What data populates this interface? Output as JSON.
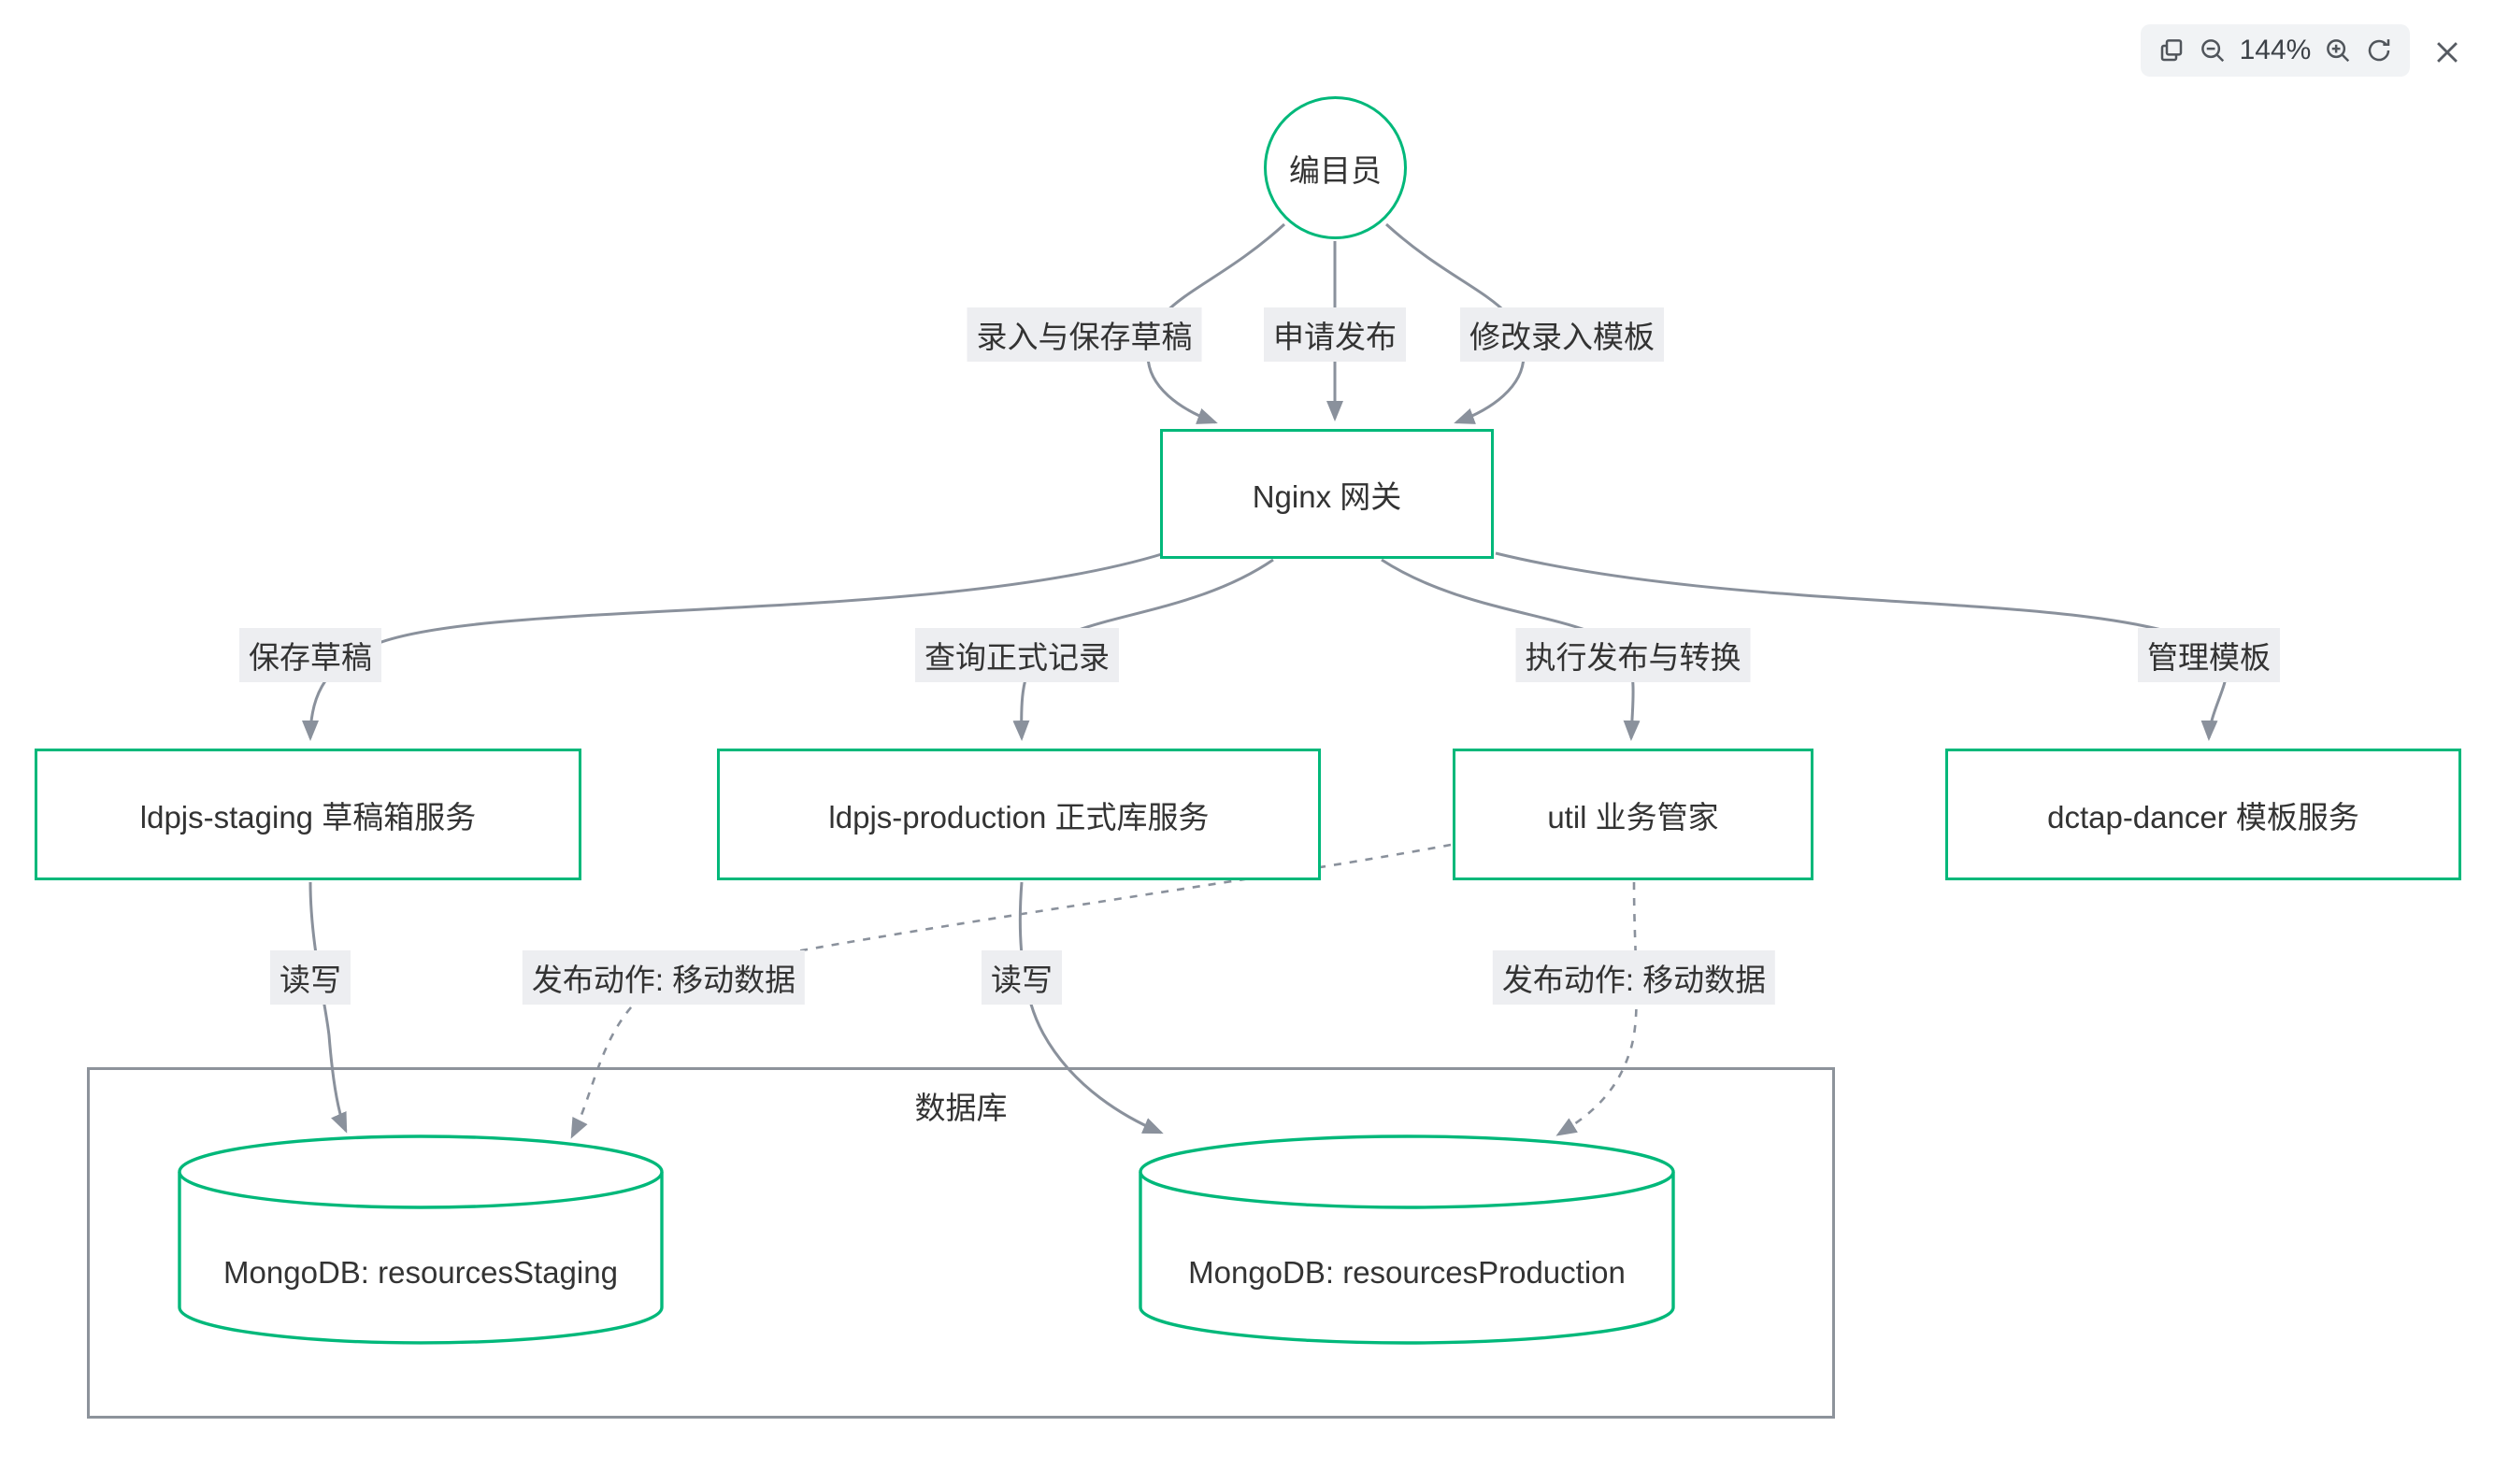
{
  "toolbar": {
    "zoom_level": "144%",
    "icons": {
      "duplicate": "copy-icon",
      "zoom_out": "zoom-out-icon",
      "zoom_in": "zoom-in-icon",
      "refresh": "refresh-icon",
      "close": "close-icon"
    }
  },
  "colors": {
    "node_border": "#00B87A",
    "edge": "#8a919c",
    "edge_label_bg": "#edeef1",
    "cluster_border": "#8d939b",
    "text": "#333333",
    "toolbar_bg": "#f1f3f5",
    "toolbar_icon": "#50555b"
  },
  "diagram": {
    "nodes": {
      "user": {
        "label": "编目员",
        "shape": "circle"
      },
      "nginx": {
        "label": "Nginx 网关",
        "shape": "rect"
      },
      "staging": {
        "label": "ldpjs-staging 草稿箱服务",
        "shape": "rect"
      },
      "production": {
        "label": "ldpjs-production 正式库服务",
        "shape": "rect"
      },
      "util": {
        "label": "util 业务管家",
        "shape": "rect"
      },
      "dctap": {
        "label": "dctap-dancer 模板服务",
        "shape": "rect"
      },
      "mongo_staging": {
        "label": "MongoDB: resourcesStaging",
        "shape": "cylinder"
      },
      "mongo_production": {
        "label": "MongoDB: resourcesProduction",
        "shape": "cylinder"
      }
    },
    "cluster": {
      "label": "数据库"
    },
    "edges": {
      "user_nginx_draft": {
        "label": "录入与保存草稿",
        "style": "solid"
      },
      "user_nginx_publish": {
        "label": "申请发布",
        "style": "solid"
      },
      "user_nginx_template": {
        "label": "修改录入模板",
        "style": "solid"
      },
      "nginx_staging": {
        "label": "保存草稿",
        "style": "solid"
      },
      "nginx_production": {
        "label": "查询正式记录",
        "style": "solid"
      },
      "nginx_util": {
        "label": "执行发布与转换",
        "style": "solid"
      },
      "nginx_dctap": {
        "label": "管理模板",
        "style": "solid"
      },
      "staging_db": {
        "label": "读写",
        "style": "solid"
      },
      "production_db": {
        "label": "读写",
        "style": "solid"
      },
      "util_db_staging": {
        "label": "发布动作: 移动数据",
        "style": "dashed"
      },
      "util_db_production": {
        "label": "发布动作: 移动数据",
        "style": "dashed"
      }
    }
  }
}
